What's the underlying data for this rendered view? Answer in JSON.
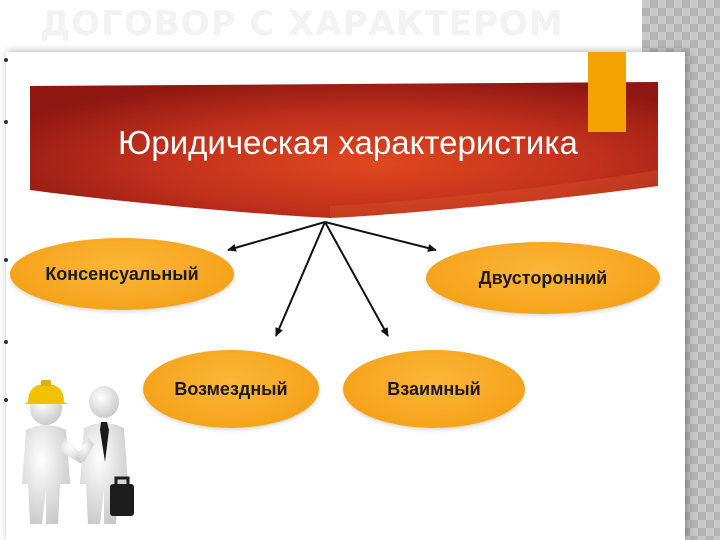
{
  "slide": {
    "title": "ДОГОВОР С ХАРАКТЕРОМ"
  },
  "diagram": {
    "root": "Юридическая характеристика",
    "children": [
      "Консенсуальный",
      "Двусторонний",
      "Возмездный",
      "Взаимный"
    ]
  },
  "colors": {
    "banner_red": "#b0231a",
    "oval_orange": "#f6a31c",
    "accent_orange": "#f5a300"
  },
  "illustration": {
    "icon": "business-handshake-icon"
  }
}
